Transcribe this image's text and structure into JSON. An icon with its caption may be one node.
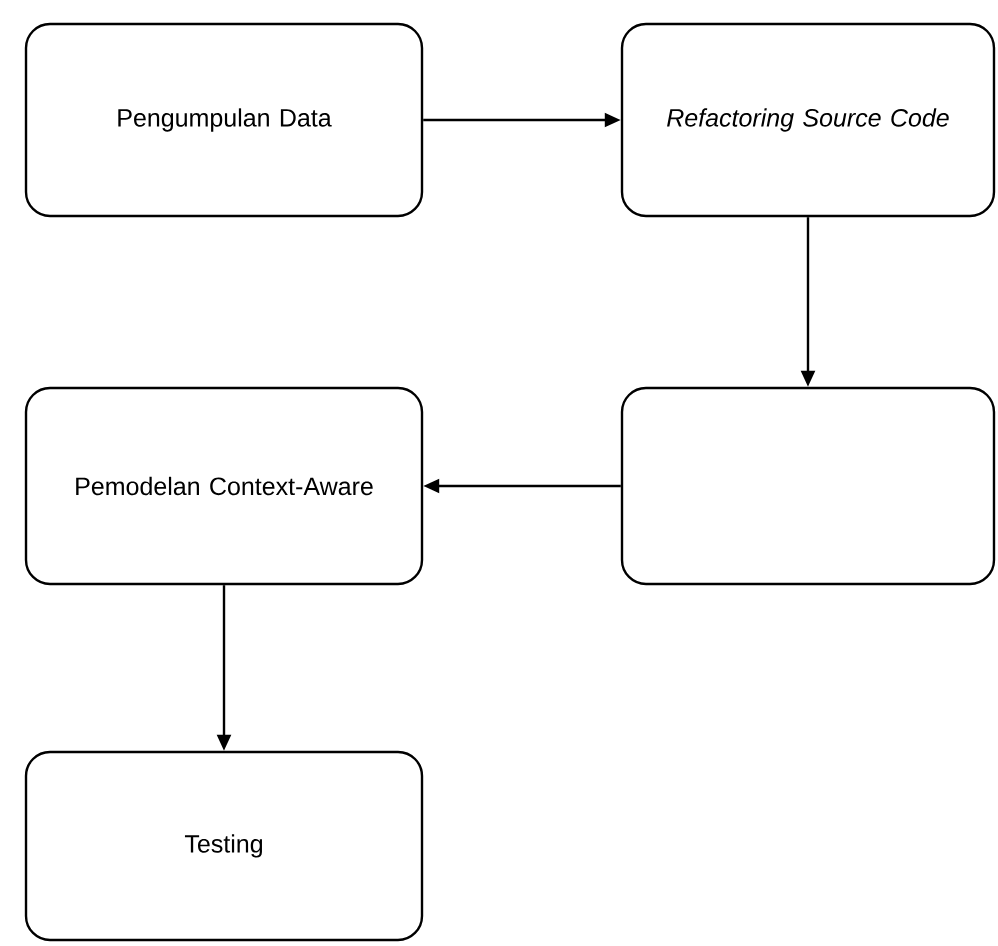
{
  "diagram": {
    "nodes": [
      {
        "text": [
          "Pengumpulan Data"
        ]
      },
      {
        "text": [
          "Refactoring Source Code"
        ]
      },
      {
        "text": [],
        "shape": "box"
      },
      {
        "text": [
          "Pemodelan Context-Aware"
        ]
      },
      {
        "text": [
          "Testing"
        ]
      }
    ],
    "edges": [
      {
        "from": 0,
        "to": 1,
        "arrow": "to"
      },
      {
        "from": 1,
        "to": 2,
        "arrow": "to"
      },
      {
        "from": 2,
        "to": 3,
        "arrow": "to"
      },
      {
        "from": 3,
        "to": 4,
        "arrow": "to"
      }
    ]
  }
}
